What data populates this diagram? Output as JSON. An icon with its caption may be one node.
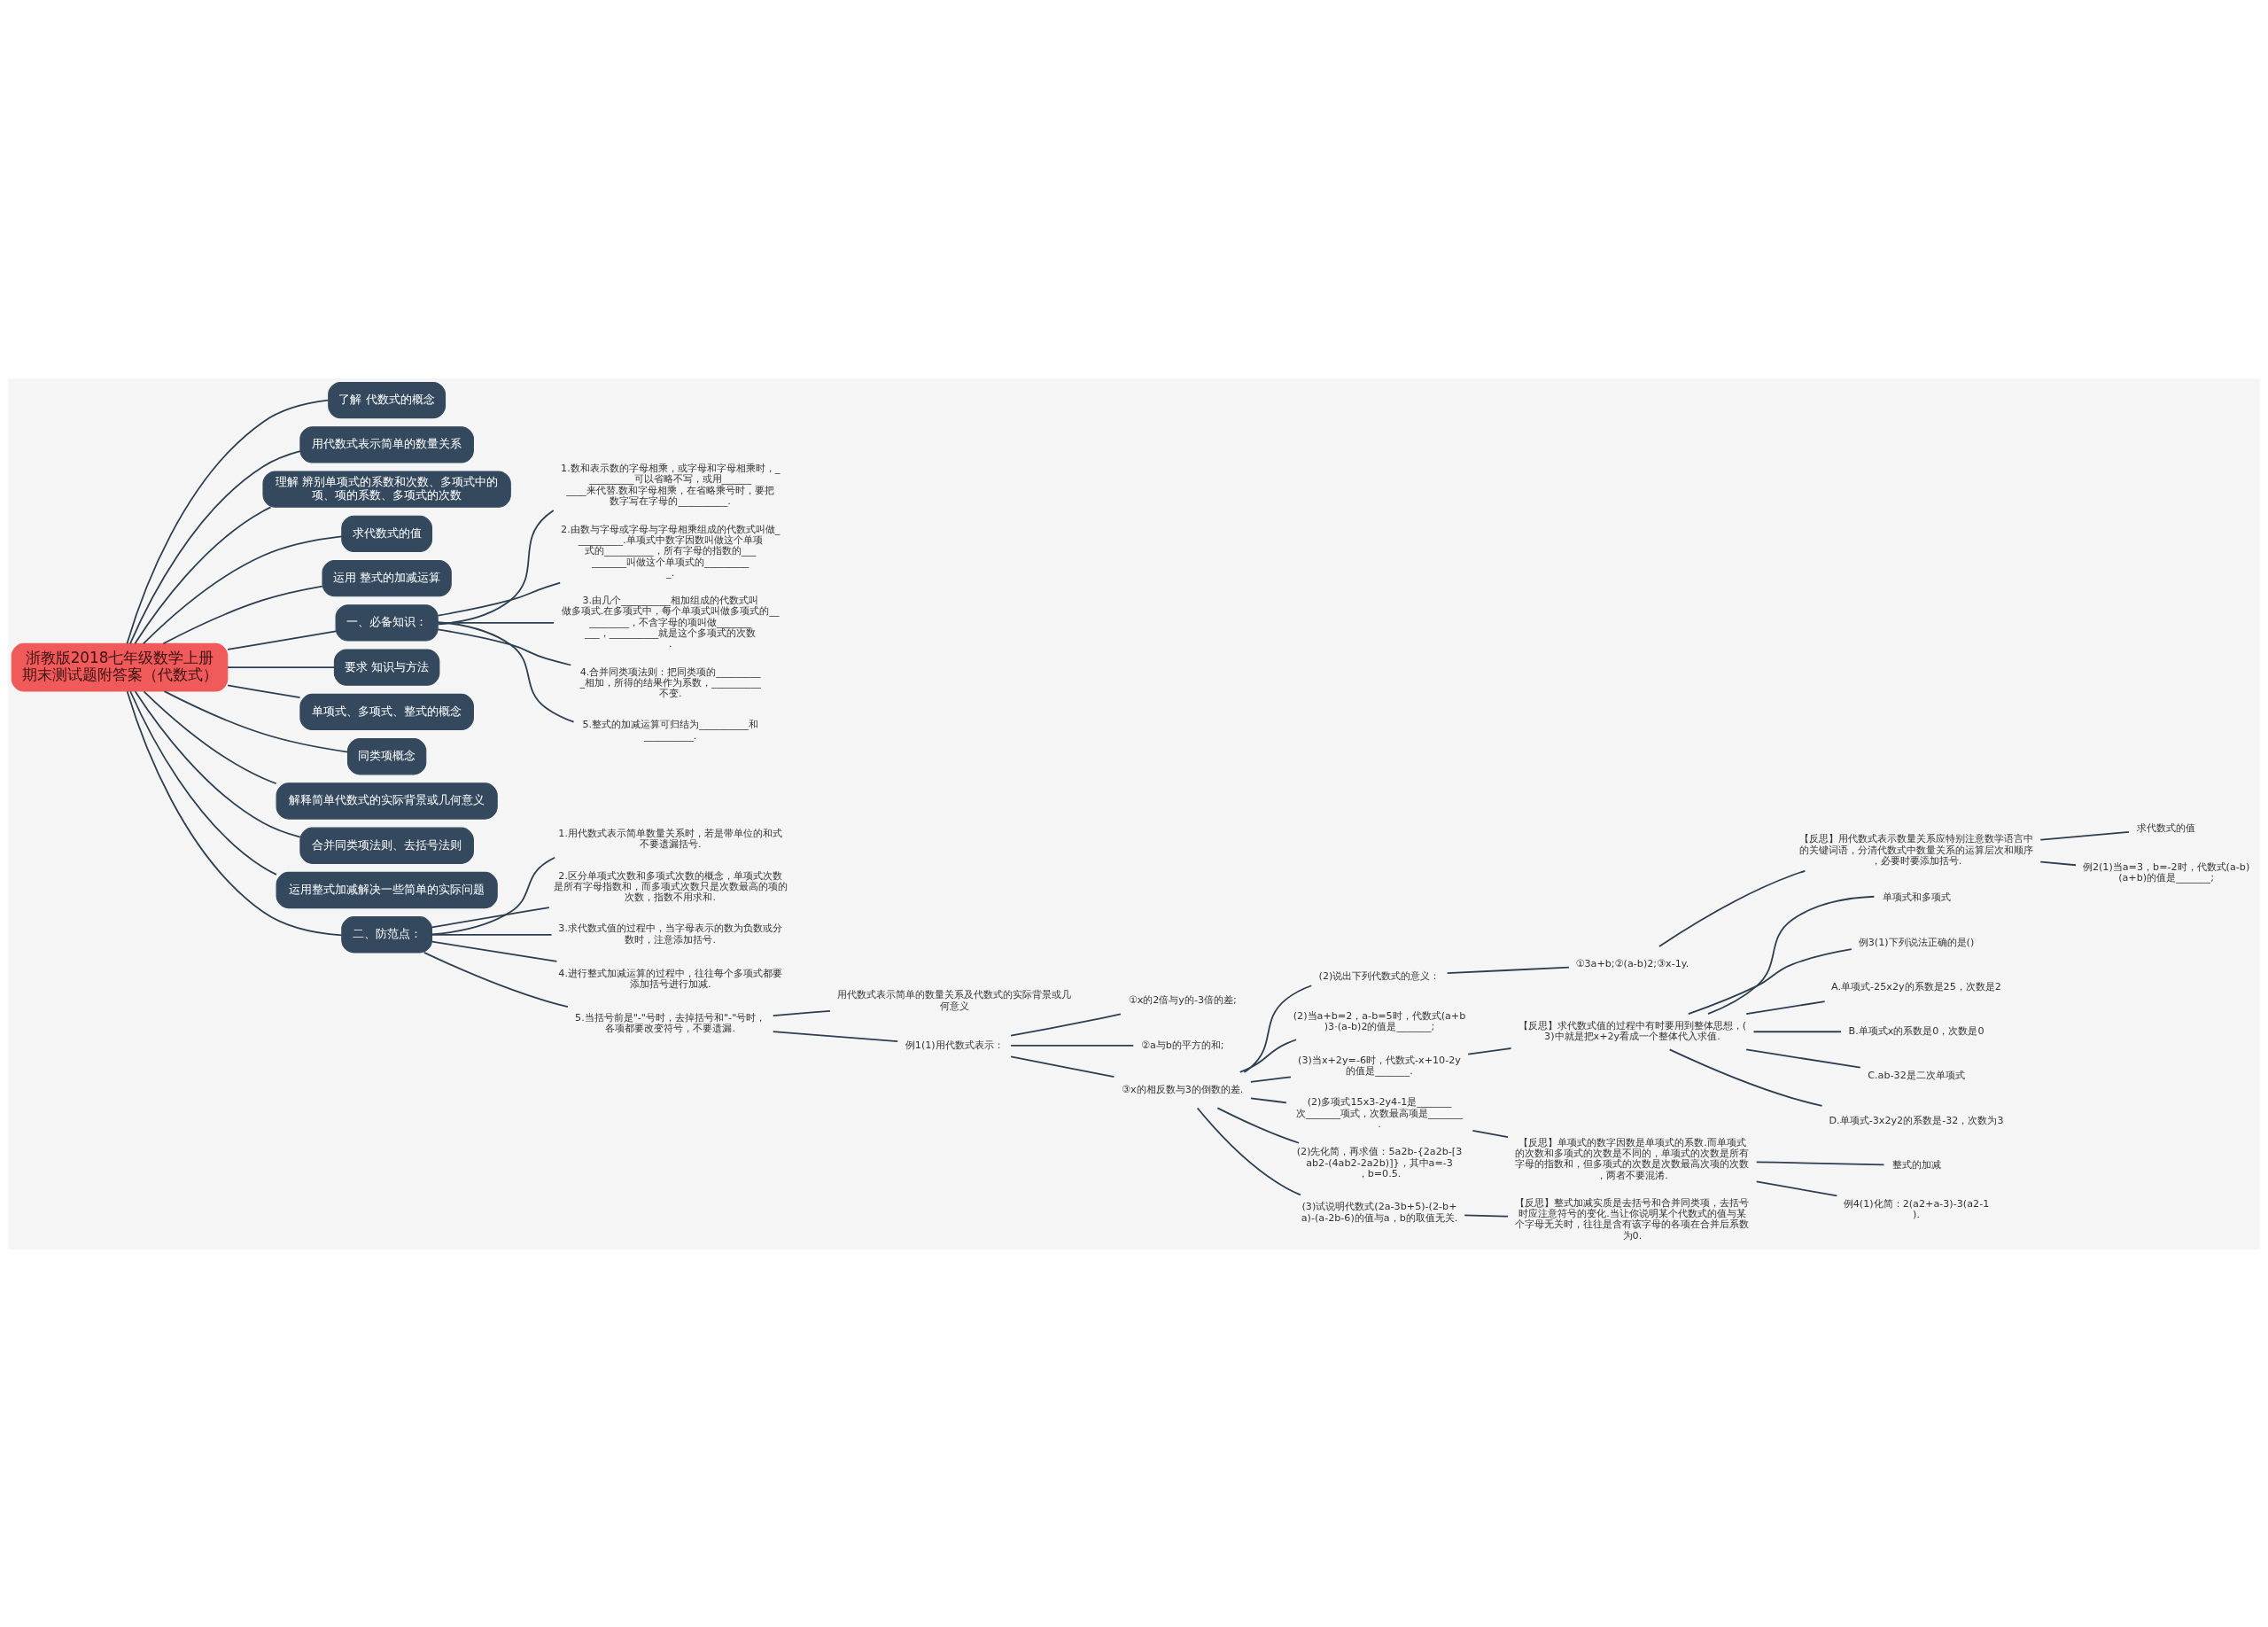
{
  "diagram": {
    "nodes": [
      {
        "text": [
          "浙教版2018七年级数学上册期末测试题附答案（代数式）"
        ]
      },
      {
        "text": [
          "了解 代数式的概念"
        ]
      },
      {
        "text": [
          "用代数式表示简单的数量关系"
        ]
      },
      {
        "text": [
          "理解 辨别单项式的系数和次数、多项式中的项、项的系数、多项式的次数"
        ]
      },
      {
        "text": [
          "求代数式的值"
        ]
      },
      {
        "text": [
          "运用 整式的加减运算"
        ]
      },
      {
        "text": [
          "一、必备知识："
        ]
      },
      {
        "text": [
          "1.数和表示数的字母相乘，或字母和字母相乘时，__________可以省略不写，或用__________来代替.数和字母相乘，在省略乘号时，要把数字写在字母的__________."
        ]
      },
      {
        "text": [
          "2.由数与字母或字母与字母相乘组成的代数式叫做__________.单项式中数字因数叫做这个单项式的__________，所有字母的指数的__________叫做这个单项式的__________."
        ]
      },
      {
        "text": [
          "3.由几个__________相加组成的代数式叫做多项式.在多项式中，每个单项式叫做多项式的__________，不含字母的项叫做__________，__________就是这个多项式的次数."
        ]
      },
      {
        "text": [
          "4.合并同类项法则：把同类项的__________相加，所得的结果作为系数，__________不变."
        ]
      },
      {
        "text": [
          "5.整式的加减运算可归结为__________和__________."
        ]
      },
      {
        "text": [
          "要求 知识与方法"
        ]
      },
      {
        "text": [
          "单项式、多项式、整式的概念"
        ]
      },
      {
        "text": [
          "同类项概念"
        ]
      },
      {
        "text": [
          "解释简单代数式的实际背景或几何意义"
        ]
      },
      {
        "text": [
          "合并同类项法则、去括号法则"
        ]
      },
      {
        "text": [
          "运用整式加减解决一些简单的实际问题"
        ]
      },
      {
        "text": [
          "二、防范点："
        ]
      },
      {
        "text": [
          "1.用代数式表示简单数量关系时，若是带单位的和式不要遗漏括号."
        ]
      },
      {
        "text": [
          "2.区分单项式次数和多项式次数的概念，单项式次数是所有字母指数和，而多项式次数只是次数最高的项的次数，指数不用求和."
        ]
      },
      {
        "text": [
          "3.求代数式值的过程中，当字母表示的数为负数或分数时，注意添加括号."
        ]
      },
      {
        "text": [
          "4.进行整式加减运算的过程中，往往每个多项式都要添加括号进行加减."
        ]
      },
      {
        "text": [
          "5.当括号前是\"-\"号时，去掉括号和\"-\"号时，各项都要改变符号，不要遗漏."
        ]
      },
      {
        "text": [
          "用代数式表示简单的数量关系及代数式的实际背景或几何意义"
        ]
      },
      {
        "text": [
          "例1(1)用代数式表示："
        ]
      },
      {
        "text": [
          "①x的2倍与y的-3倍的差;"
        ]
      },
      {
        "text": [
          "②a与b的平方的和;"
        ]
      },
      {
        "text": [
          "③x的相反数与3的倒数的差."
        ]
      },
      {
        "text": [
          "(2)说出下列代数式的意义："
        ]
      },
      {
        "text": [
          "(2)当a+b=2，a-b=5时，代数式(a+b)3·(a-b)2的值是_______;"
        ]
      },
      {
        "text": [
          "(3)当x+2y=-6时，代数式-x+10-2y的值是_______."
        ]
      },
      {
        "text": [
          "(2)多项式15x3-2y4-1是_______次_______项式，次数最高项是_______."
        ]
      },
      {
        "text": [
          "(2)先化简，再求值：5a2b-{2a2b-[3ab2-(4ab2-2a2b)]}，其中a=-3，b=0.5."
        ]
      },
      {
        "text": [
          "(3)试说明代数式(2a-3b+5)-(2-b+a)-(a-2b-6)的值与a，b的取值无关."
        ]
      },
      {
        "text": [
          "①3a+b;②(a-b)2;③x-1y."
        ]
      },
      {
        "text": [
          "【反思】用代数式表示数量关系应特别注意数学语言中的关键词语，分清代数式中数量关系的运算层次和顺序，必要时要添加括号."
        ]
      },
      {
        "text": [
          "求代数式的值"
        ]
      },
      {
        "text": [
          "例2(1)当a=3，b=-2时，代数式(a-b)(a+b)的值是_______;"
        ]
      },
      {
        "text": [
          "【反思】求代数式值的过程中有时要用到整体思想，(3)中就是把x+2y看成一个整体代入求值."
        ]
      },
      {
        "text": [
          "单项式和多项式"
        ]
      },
      {
        "text": [
          "例3(1)下列说法正确的是()"
        ]
      },
      {
        "text": [
          "A.单项式-25x2y的系数是25，次数是2"
        ]
      },
      {
        "text": [
          "B.单项式x的系数是0，次数是0"
        ]
      },
      {
        "text": [
          "C.ab-32是二次单项式"
        ]
      },
      {
        "text": [
          "D.单项式-3x2y2的系数是-32，次数为3"
        ]
      },
      {
        "text": [
          "【反思】单项式的数字因数是单项式的系数.而单项式的次数和多项式的次数是不同的，单项式的次数是所有字母的指数和，但多项式的次数是次数最高次项的次数，两者不要混淆."
        ]
      },
      {
        "text": [
          "整式的加减"
        ]
      },
      {
        "text": [
          "例4(1)化简：2(a2+a-3)-3(a2-1)."
        ]
      },
      {
        "text": [
          "【反思】整式加减实质是去括号和合并同类项，去括号时应注意符号的变化.当让你说明某个代数式的值与某个字母无关时，往往是含有该字母的各项在合并后系数为0."
        ]
      }
    ],
    "edges": [
      {
        "from": 0,
        "to": 1,
        "arrow": "none"
      },
      {
        "from": 0,
        "to": 2,
        "arrow": "none"
      },
      {
        "from": 0,
        "to": 3,
        "arrow": "none"
      },
      {
        "from": 0,
        "to": 4,
        "arrow": "none"
      },
      {
        "from": 0,
        "to": 5,
        "arrow": "none"
      },
      {
        "from": 0,
        "to": 6,
        "arrow": "none"
      },
      {
        "from": 6,
        "to": 7,
        "arrow": "none"
      },
      {
        "from": 6,
        "to": 8,
        "arrow": "none"
      },
      {
        "from": 6,
        "to": 9,
        "arrow": "none"
      },
      {
        "from": 6,
        "to": 10,
        "arrow": "none"
      },
      {
        "from": 6,
        "to": 11,
        "arrow": "none"
      },
      {
        "from": 0,
        "to": 12,
        "arrow": "none"
      },
      {
        "from": 0,
        "to": 13,
        "arrow": "none"
      },
      {
        "from": 0,
        "to": 14,
        "arrow": "none"
      },
      {
        "from": 0,
        "to": 15,
        "arrow": "none"
      },
      {
        "from": 0,
        "to": 16,
        "arrow": "none"
      },
      {
        "from": 0,
        "to": 17,
        "arrow": "none"
      },
      {
        "from": 0,
        "to": 18,
        "arrow": "none"
      },
      {
        "from": 18,
        "to": 19,
        "arrow": "none"
      },
      {
        "from": 18,
        "to": 20,
        "arrow": "none"
      },
      {
        "from": 18,
        "to": 21,
        "arrow": "none"
      },
      {
        "from": 18,
        "to": 22,
        "arrow": "none"
      },
      {
        "from": 18,
        "to": 23,
        "arrow": "none"
      },
      {
        "from": 23,
        "to": 24,
        "arrow": "none"
      },
      {
        "from": 23,
        "to": 25,
        "arrow": "none"
      },
      {
        "from": 25,
        "to": 26,
        "arrow": "none"
      },
      {
        "from": 25,
        "to": 27,
        "arrow": "none"
      },
      {
        "from": 25,
        "to": 28,
        "arrow": "none"
      },
      {
        "from": 28,
        "to": 29,
        "arrow": "none"
      },
      {
        "from": 28,
        "to": 30,
        "arrow": "none"
      },
      {
        "from": 28,
        "to": 31,
        "arrow": "none"
      },
      {
        "from": 28,
        "to": 32,
        "arrow": "none"
      },
      {
        "from": 28,
        "to": 33,
        "arrow": "none"
      },
      {
        "from": 28,
        "to": 34,
        "arrow": "none"
      },
      {
        "from": 29,
        "to": 35,
        "arrow": "none"
      },
      {
        "from": 35,
        "to": 36,
        "arrow": "none"
      },
      {
        "from": 36,
        "to": 37,
        "arrow": "none"
      },
      {
        "from": 36,
        "to": 38,
        "arrow": "none"
      },
      {
        "from": 31,
        "to": 39,
        "arrow": "none"
      },
      {
        "from": 39,
        "to": 40,
        "arrow": "none"
      },
      {
        "from": 39,
        "to": 41,
        "arrow": "none"
      },
      {
        "from": 39,
        "to": 42,
        "arrow": "none"
      },
      {
        "from": 39,
        "to": 43,
        "arrow": "none"
      },
      {
        "from": 39,
        "to": 44,
        "arrow": "none"
      },
      {
        "from": 39,
        "to": 45,
        "arrow": "none"
      },
      {
        "from": 32,
        "to": 46,
        "arrow": "none"
      },
      {
        "from": 46,
        "to": 47,
        "arrow": "none"
      },
      {
        "from": 46,
        "to": 48,
        "arrow": "none"
      },
      {
        "from": 34,
        "to": 49,
        "arrow": "none"
      }
    ]
  }
}
